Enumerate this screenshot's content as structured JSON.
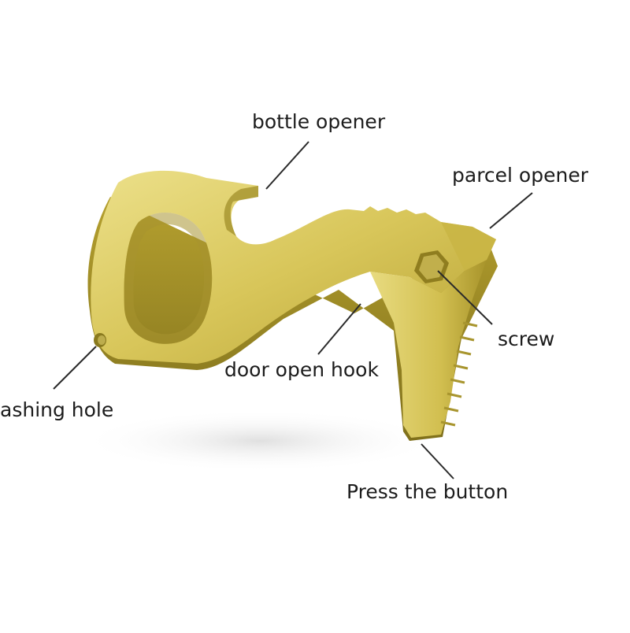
{
  "labels": {
    "bottle_opener": "bottle opener",
    "parcel_opener": "parcel opener",
    "screw": "screw",
    "door_open_hook": "door open hook",
    "lashing_hole": "ashing hole",
    "press_button": "Press the button"
  },
  "colors": {
    "brass_light": "#e6d778",
    "brass_mid": "#cdb84a",
    "brass_dark": "#9c8a25",
    "brass_shadow": "#7d6e1a",
    "leader_line": "#2a2a2a",
    "label_text": "#1c1c1c",
    "background": "#ffffff"
  }
}
